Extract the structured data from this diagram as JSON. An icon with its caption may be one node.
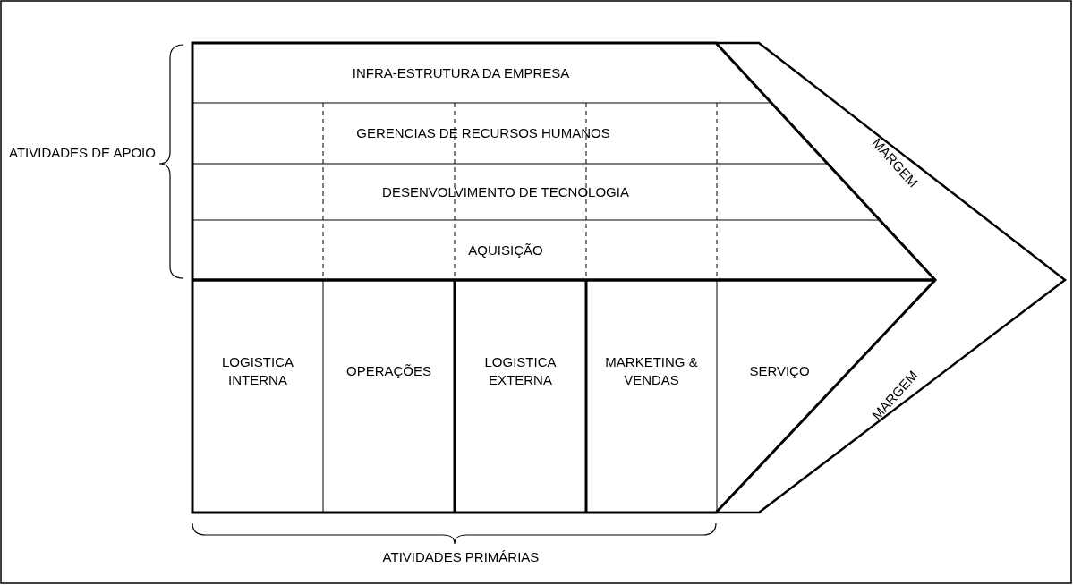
{
  "diagram": {
    "nodes": [
      {
        "text": [
          "INFRA-ESTRUTURA DA EMPRESA"
        ]
      },
      {
        "text": [
          "GERENCIAS DE RECURSOS HUMANOS"
        ]
      },
      {
        "text": [
          "DESENVOLVIMENTO DE TECNOLOGIA"
        ]
      },
      {
        "text": [
          "AQUISIÇÃO"
        ]
      },
      {
        "text": [
          "LOGISTICA INTERNA"
        ]
      },
      {
        "text": [
          "OPERAÇÕES"
        ]
      },
      {
        "text": [
          "LOGISTICA EXTERNA"
        ]
      },
      {
        "text": [
          "MARKETING & VENDAS"
        ]
      },
      {
        "text": [
          "SERVIÇO"
        ]
      },
      {
        "text": [
          "MARGEM"
        ]
      },
      {
        "text": [
          "MARGEM"
        ]
      }
    ],
    "edges": [],
    "labels": [
      "ATIVIDADES DE APOIO",
      "ATIVIDADES PRIMÁRIAS"
    ]
  }
}
